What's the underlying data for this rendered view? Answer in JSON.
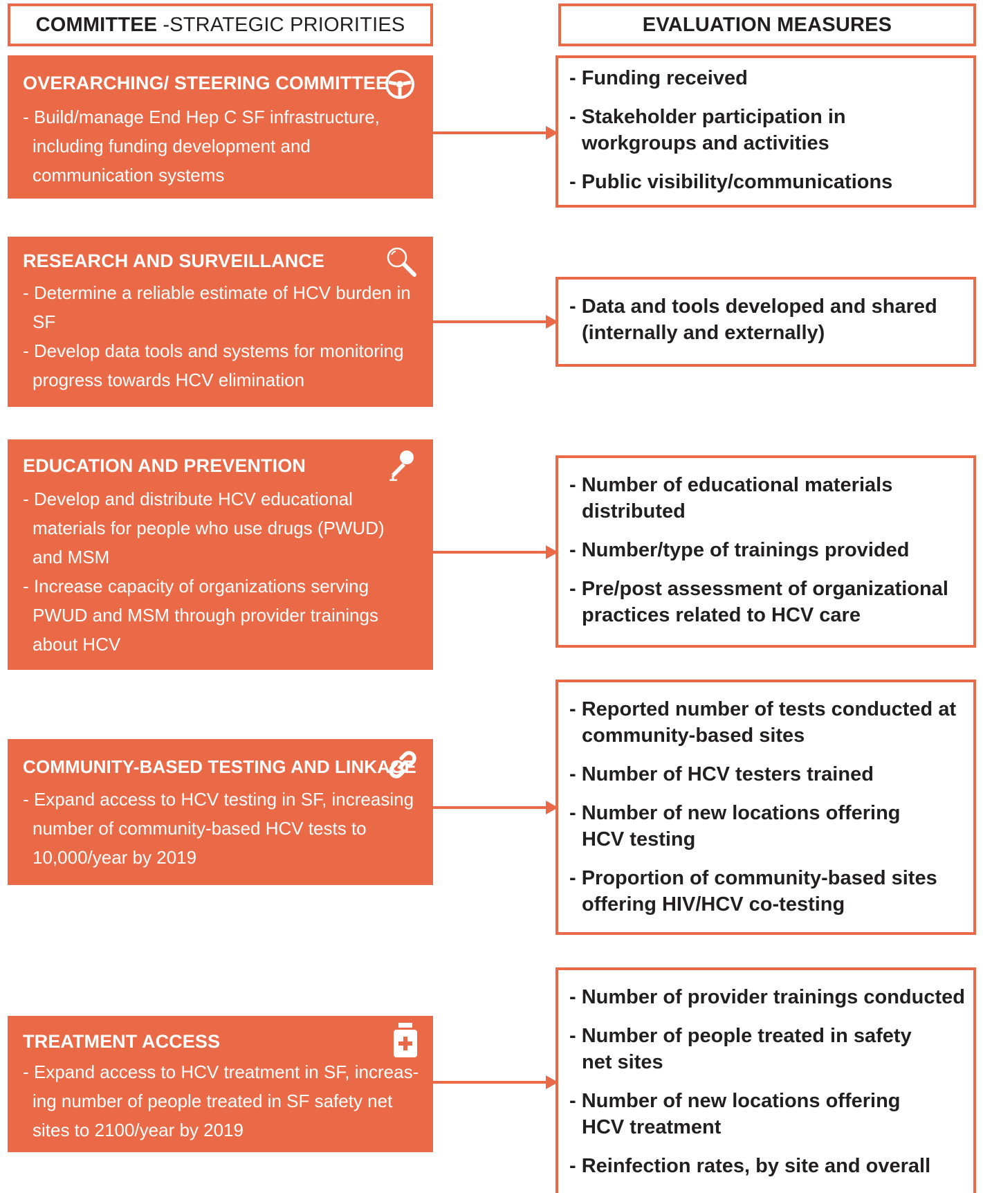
{
  "header": {
    "left_bold": "COMMITTEE",
    "left_light": "-STRATEGIC PRIORITIES",
    "right": "EVALUATION MEASURES"
  },
  "colors": {
    "accent": "#ea6a47",
    "text": "#231f20"
  },
  "committees": [
    {
      "title": "OVERARCHING/ STEERING COMMITTEE",
      "icon": "steering-wheel-icon",
      "items": [
        "- Build/manage End Hep C SF infrastructure,\nincluding funding development and\ncommunication systems"
      ],
      "measures": [
        "- Funding received",
        "- Stakeholder participation in\nworkgroups and activities",
        "- Public visibility/communications"
      ]
    },
    {
      "title": "RESEARCH AND SURVEILLANCE",
      "icon": "magnifying-glass-icon",
      "items": [
        "- Determine a reliable estimate of HCV burden in SF",
        "- Develop data tools and systems for monitoring\nprogress towards HCV elimination"
      ],
      "measures": [
        "- Data and tools developed and shared\n(internally and externally)"
      ]
    },
    {
      "title": "EDUCATION AND PREVENTION",
      "icon": "microphone-icon",
      "items": [
        "- Develop and distribute HCV educational\nmaterials for people who use drugs (PWUD)\nand MSM",
        "- Increase capacity of organizations serving\nPWUD and MSM through provider trainings\nabout HCV"
      ],
      "measures": [
        "- Number of educational materials\ndistributed",
        "- Number/type of trainings provided",
        "- Pre/post assessment of organizational\npractices related to HCV care"
      ]
    },
    {
      "title": "COMMUNITY-BASED TESTING AND LINKAGE",
      "icon": "chain-link-icon",
      "items": [
        "- Expand access to HCV testing in SF, increasing\nnumber of community-based HCV tests to\n10,000/year by 2019"
      ],
      "measures": [
        "- Reported number of tests conducted at\ncommunity-based sites",
        "- Number of HCV testers trained",
        "- Number of new locations offering\nHCV  testing",
        "- Proportion of community-based sites\noffering HIV/HCV co-testing"
      ]
    },
    {
      "title": "TREATMENT ACCESS",
      "icon": "medicine-bottle-icon",
      "items": [
        "- Expand access to HCV treatment in SF, increas-\ning number of people treated in SF safety net\nsites to 2100/year by 2019"
      ],
      "measures": [
        "- Number of provider trainings conducted",
        "- Number of people treated in safety\nnet sites",
        "- Number of new locations offering\nHCV treatment",
        "- Reinfection rates, by site and overall"
      ]
    }
  ]
}
